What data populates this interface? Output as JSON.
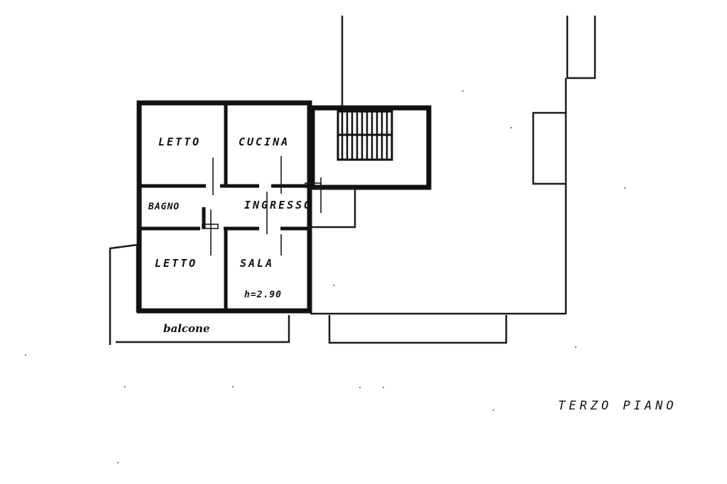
{
  "plan": {
    "rooms": {
      "letto_top": "LETTO",
      "cucina": "CUCINA",
      "bagno": "BAGNO",
      "ingresso": "INGRESSO",
      "letto_bottom": "LETTO",
      "sala": "SALA"
    },
    "height_note": "h=2.90",
    "balcony": "balcone",
    "floor_title": "TERZO PIANO"
  }
}
